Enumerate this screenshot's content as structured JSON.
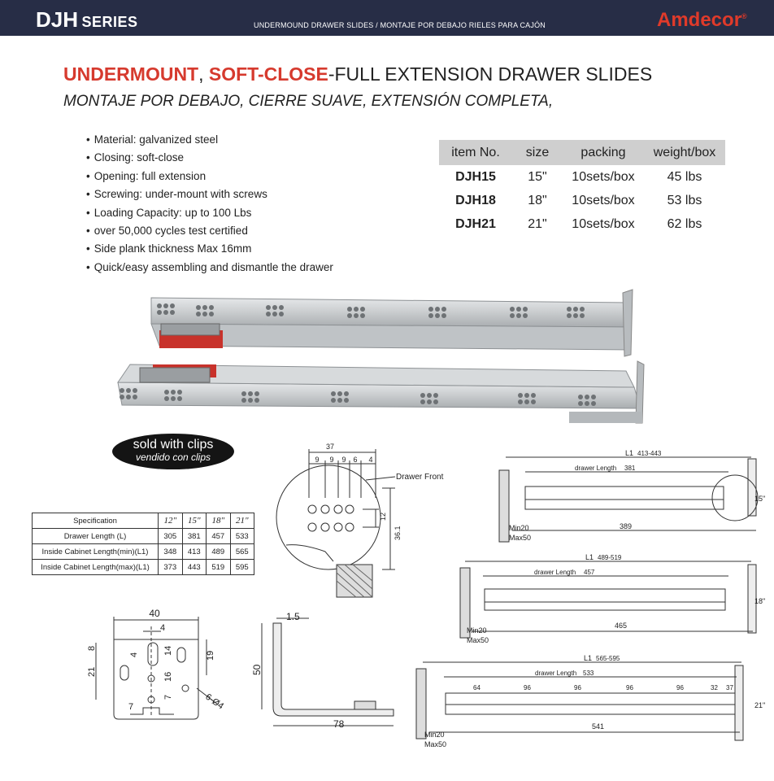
{
  "header": {
    "series_main": "DJH",
    "series_word": "SERIES",
    "subtitle": "UNDERMOUND DRAWER SLIDES / MONTAJE POR DEBAJO RIELES PARA CAJÓN",
    "brand": "Amdecor",
    "brand_mark": "®"
  },
  "title": {
    "red1": "UNDERMOUNT",
    "sep": ", ",
    "red2": "SOFT-CLOSE",
    "rest": "-FULL EXTENSION DRAWER SLIDES",
    "spanish": "MONTAJE POR DEBAJO, CIERRE SUAVE, EXTENSIÓN COMPLETA,"
  },
  "features": [
    "Material: galvanized steel",
    "Closing: soft-close",
    "Opening: full extension",
    "Screwing: under-mount with screws",
    "Loading Capacity: up to 100 Lbs",
    "over 50,000 cycles test certified",
    "Side plank thickness Max 16mm",
    "Quick/easy assembling and dismantle the drawer"
  ],
  "items_table": {
    "headers": [
      "item No.",
      "size",
      "packing",
      "weight/box"
    ],
    "rows": [
      [
        "DJH15",
        "15\"",
        "10sets/box",
        "45 lbs"
      ],
      [
        "DJH18",
        "18\"",
        "10sets/box",
        "53 lbs"
      ],
      [
        "DJH21",
        "21\"",
        "10sets/box",
        "62 lbs"
      ]
    ]
  },
  "clips_badge": {
    "en": "sold with clips",
    "es": "vendido con clips"
  },
  "spec_table": {
    "headers": [
      "Specification",
      "12\"",
      "15\"",
      "18\"",
      "21\""
    ],
    "rows": [
      [
        "Drawer Length (L)",
        "305",
        "381",
        "457",
        "533"
      ],
      [
        "Inside Cabinet Length(min)(L1)",
        "348",
        "413",
        "489",
        "565"
      ],
      [
        "Inside Cabinet Length(max)(L1)",
        "373",
        "443",
        "519",
        "595"
      ]
    ]
  },
  "hole_detail": {
    "total": "37",
    "spacings": [
      "9",
      "9",
      "9",
      "6",
      "4"
    ],
    "drawer_front": "Drawer Front",
    "dim_12": "12",
    "dim_36_1": "36.1"
  },
  "clip_plate": {
    "width": "40",
    "offset": "4",
    "left_dims": [
      "8",
      "21"
    ],
    "inner_dims": [
      "4",
      "14",
      "16",
      "7",
      "7"
    ],
    "right_dim": "19",
    "hole": "6-Ø4"
  },
  "bracket": {
    "thickness": "1.5",
    "height": "50",
    "base": "78"
  },
  "installs": [
    {
      "l1": "413-443",
      "drawer": "381",
      "inner": "389",
      "size": "15\"",
      "min": "Min20",
      "max": "Max50"
    },
    {
      "l1": "489-519",
      "drawer": "457",
      "inner": "465",
      "size": "18\"",
      "min": "Min20",
      "max": "Max50"
    },
    {
      "l1": "565-595",
      "drawer": "533",
      "inner": "541",
      "size": "21\"",
      "min": "Min20",
      "max": "Max50",
      "spacing": [
        "64",
        "96",
        "96",
        "96",
        "96",
        "32",
        "37"
      ]
    }
  ],
  "labels": {
    "l1": "L1",
    "drawer_length": "drawer Length"
  },
  "colors": {
    "header_bg": "#272d46",
    "accent_red": "#d63a2e",
    "brand_red": "#e03a2a",
    "rail_gray": "#c9ccce",
    "damper_red": "#c8322b"
  }
}
